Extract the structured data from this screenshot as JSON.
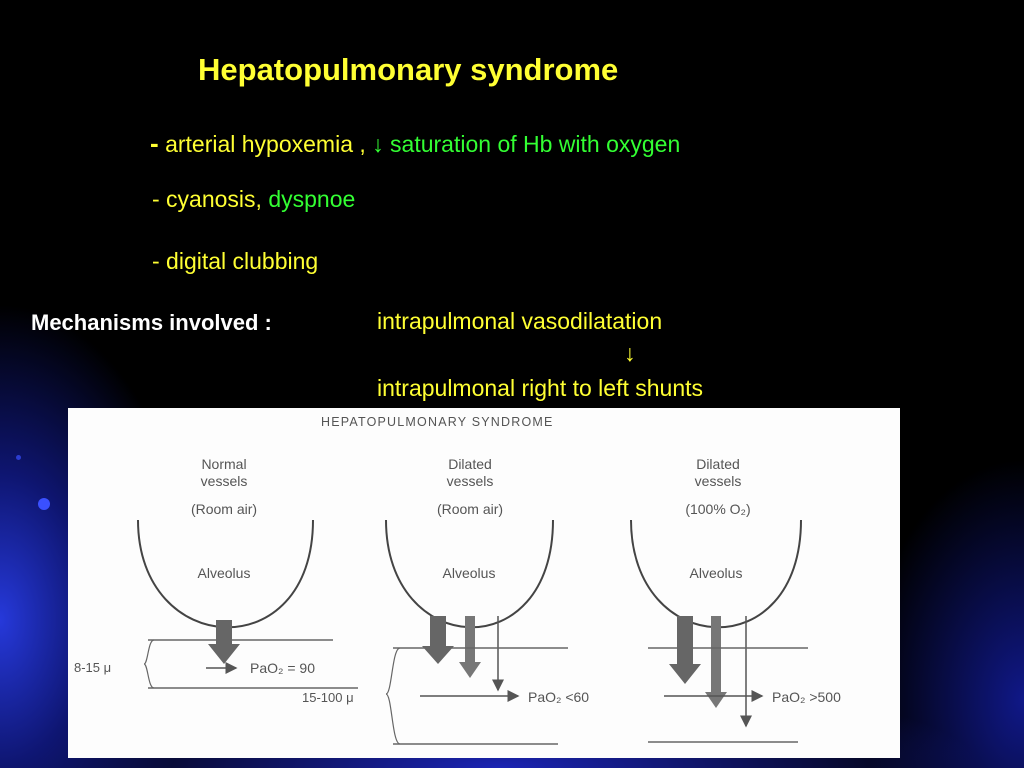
{
  "slide": {
    "title": "Hepatopulmonary syndrome",
    "bullets": {
      "b1_dash": "-",
      "b1_yellow": "arterial hypoxemia ,",
      "b1_arrow": "↓",
      "b1_green": "saturation of Hb with oxygen",
      "b2_yellow": "- cyanosis,",
      "b2_green": "dyspnoe",
      "b3_yellow": "- digital clubbing"
    },
    "mechanisms": {
      "label": "Mechanisms involved :",
      "step1": "intrapulmonal vasodilatation",
      "arrow": "↓",
      "step2": "intrapulmonal right to left shunts"
    }
  },
  "figure": {
    "heading": "HEPATOPULMONARY SYNDROME",
    "panels": [
      {
        "line1": "Normal",
        "line2": "vessels",
        "line3": "(Room air)",
        "alveolus": "Alveolus",
        "reading": "PaO₂ = 90"
      },
      {
        "line1": "Dilated",
        "line2": "vessels",
        "line3": "(Room air)",
        "alveolus": "Alveolus",
        "reading": "PaO₂ <60"
      },
      {
        "line1": "Dilated",
        "line2": "vessels",
        "line3": "(100% O₂)",
        "alveolus": "Alveolus",
        "reading": "PaO₂ >500"
      }
    ],
    "size_normal": "8-15 μ",
    "size_dilated": "15-100 μ"
  },
  "colors": {
    "title": "#ffff33",
    "green_text": "#33ff33",
    "background": "#000000",
    "accent_blue": "#2a3cff"
  }
}
